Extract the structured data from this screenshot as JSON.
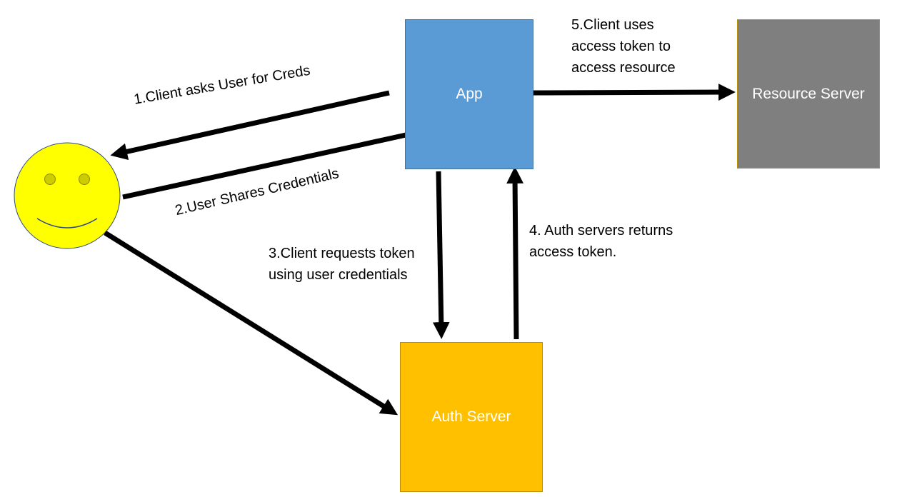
{
  "nodes": {
    "app": {
      "label": "App"
    },
    "resource_server": {
      "label": "Resource Server"
    },
    "auth_server": {
      "label": "Auth Server"
    }
  },
  "steps": {
    "step1": "1.Client asks User for Creds",
    "step2": "2.User Shares Credentials",
    "step3": "3.Client requests token\nusing user credentials",
    "step4": "4. Auth servers returns\naccess token.",
    "step5": "5.Client uses\naccess token to\naccess resource"
  },
  "colors": {
    "app": "#5b9bd5",
    "resource_server": "#7f7f7f",
    "auth_server": "#ffc000",
    "user_face": "#ffff00",
    "arrow": "#000000"
  },
  "icons": {
    "user": "smiley-face-icon"
  }
}
